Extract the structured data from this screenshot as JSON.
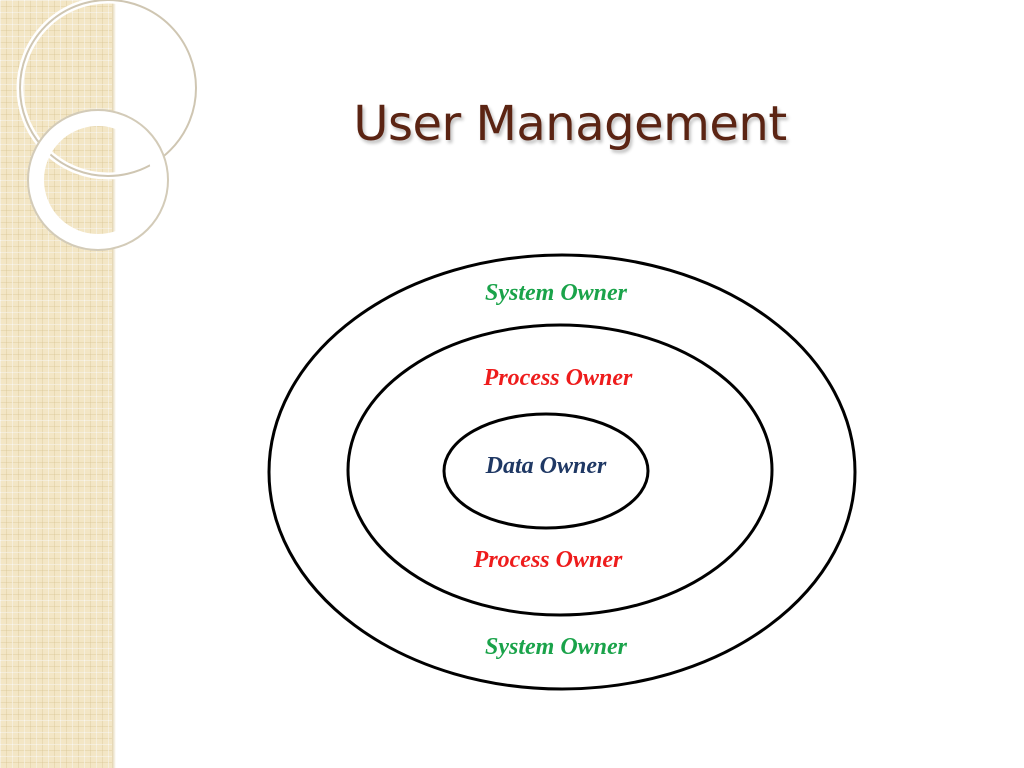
{
  "slide": {
    "title": "User Management"
  },
  "diagram": {
    "rings": [
      {
        "level": "outer",
        "top_label": "System Owner",
        "bottom_label": "System Owner",
        "color": "#1aa34a"
      },
      {
        "level": "middle",
        "top_label": "Process Owner",
        "bottom_label": "Process Owner",
        "color": "#ee1c1c"
      },
      {
        "level": "inner",
        "label": "Data Owner",
        "color": "#1f3864"
      }
    ]
  },
  "theme": {
    "title_color": "#5b2413",
    "side_panel_color": "#f3e6c5",
    "outline_color": "#000000"
  }
}
